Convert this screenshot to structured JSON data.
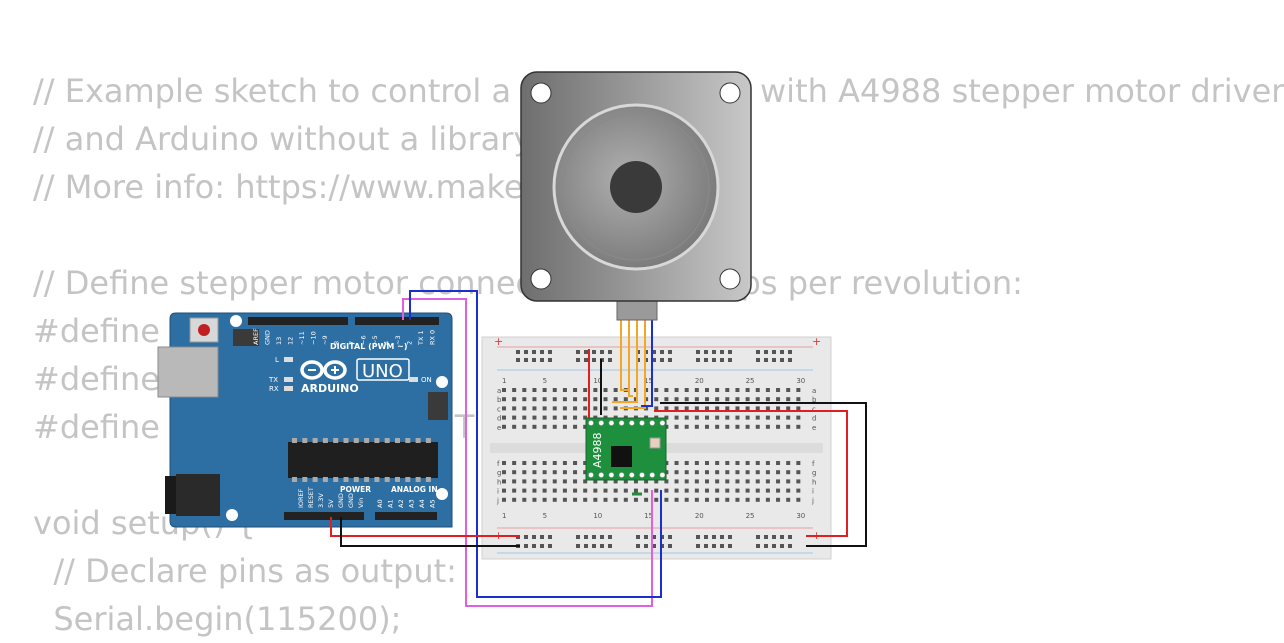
{
  "code_lines": [
    "// Example sketch to control a stepper motor with A4988 stepper motor driver",
    "// and Arduino without a library.",
    "// More info: https://www.makerguides.com",
    "",
    "// Define stepper motor connections and steps per revolution:",
    "#define D",
    "#define S",
    "#define S                          T",
    "",
    "void setup() {",
    "  // Declare pins as output:",
    "  Serial.begin(115200);"
  ],
  "arduino": {
    "brand": "ARDUINO",
    "model": "UNO",
    "digital_header": "DIGITAL (PWM ~)",
    "power_header": "POWER",
    "analog_header": "ANALOG IN",
    "on_label": "ON",
    "l_label": "L",
    "tx_label": "TX",
    "rx_label": "RX",
    "top_pins": [
      "AREF",
      "GND",
      "13",
      "12",
      "~11",
      "~10",
      "~9",
      "8",
      "7",
      "~6",
      "~5",
      "4",
      "~3",
      "2",
      "TX 1",
      "RX 0"
    ],
    "power_pins": [
      "IOREF",
      "RESET",
      "3.3V",
      "5V",
      "GND",
      "GND",
      "Vin"
    ],
    "analog_pins": [
      "A0",
      "A1",
      "A2",
      "A3",
      "A4",
      "A5"
    ]
  },
  "breadboard": {
    "column_numbers": [
      "1",
      "5",
      "10",
      "15",
      "20",
      "25",
      "30"
    ],
    "row_letters_top": [
      "a",
      "b",
      "c",
      "d",
      "e"
    ],
    "row_letters_bottom": [
      "f",
      "g",
      "h",
      "i",
      "j"
    ],
    "rail_plus": "+"
  },
  "driver": {
    "label": "A4988",
    "color": "#1e8f3c"
  },
  "wire_colors": {
    "red": "#e02020",
    "black": "#111111",
    "blue": "#1a2fd0",
    "magenta": "#e060e0",
    "orange": "#f5a623",
    "gray": "#888888"
  }
}
